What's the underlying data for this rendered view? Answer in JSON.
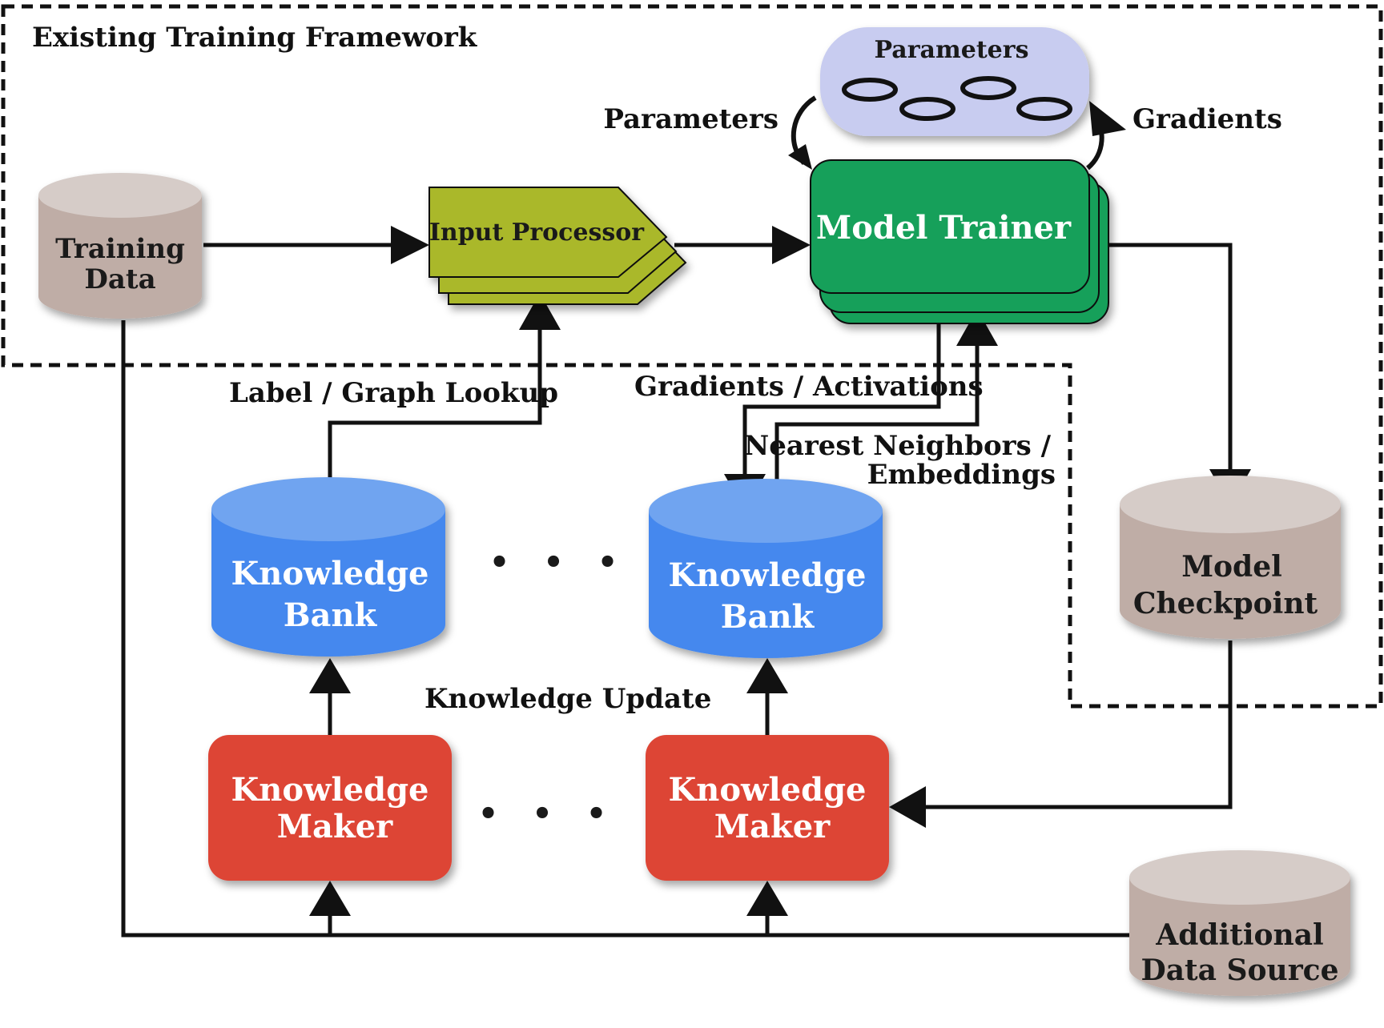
{
  "frame": {
    "title": "Existing Training Framework"
  },
  "nodes": {
    "training_data": {
      "line1": "Training",
      "line2": "Data"
    },
    "input_processor": {
      "label": "Input Processor"
    },
    "model_trainer": {
      "label": "Model Trainer"
    },
    "parameters_store": {
      "label": "Parameters"
    },
    "kb_left": {
      "line1": "Knowledge",
      "line2": "Bank"
    },
    "kb_right": {
      "line1": "Knowledge",
      "line2": "Bank"
    },
    "km_left": {
      "line1": "Knowledge",
      "line2": "Maker"
    },
    "km_right": {
      "line1": "Knowledge",
      "line2": "Maker"
    },
    "model_checkpoint": {
      "line1": "Model",
      "line2": "Checkpoint"
    },
    "additional_source": {
      "line1": "Additional",
      "line2": "Data Source"
    }
  },
  "edges": {
    "parameters": "Parameters",
    "gradients": "Gradients",
    "label_graph_lookup": "Label / Graph Lookup",
    "gradients_activations": "Gradients / Activations",
    "nearest_neighbors_1": "Nearest Neighbors /",
    "nearest_neighbors_2": "Embeddings",
    "knowledge_update": "Knowledge Update"
  },
  "ellipsis": "• • •",
  "colors": {
    "input_processor": "#aab82c",
    "model_trainer": "#12a05a",
    "parameters_store": "#c8ccf0",
    "knowledge_bank": "#4488ee",
    "knowledge_bank_top": "#70a4f0",
    "knowledge_maker": "#dd4436",
    "gray_cylinder": "#bfada6",
    "gray_cylinder_top": "#d6ccc8"
  }
}
